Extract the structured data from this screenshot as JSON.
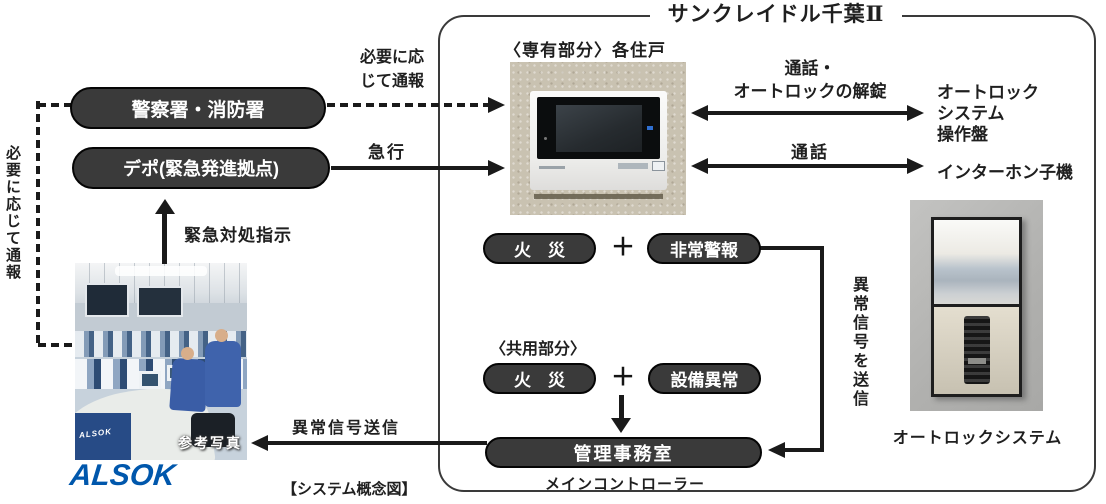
{
  "title": "サンクレイドル千葉Ⅱ",
  "caption": "【システム概念図】",
  "colors": {
    "pill_bg": "#3a3a3a",
    "pill_border": "#050505",
    "arrow": "#1a1a1a",
    "box_border": "#3a3a3a",
    "alsok_blue": "#0057ac"
  },
  "external": {
    "police_fire": "警察署・消防署",
    "depot": "デポ(緊急発進拠点)",
    "alsok_logo": "ALSOK",
    "photo_caption": "参考写真",
    "photo_desk_sign": "ALSOK"
  },
  "labels": {
    "notify_as_needed_wrap": "必要に応\nじて通報",
    "notify_as_needed_vertical": "必要に応じて通報",
    "rush": "急行",
    "emergency_instruction": "緊急対処指示",
    "abnormal_signal_send": "異常信号送信",
    "talk_unlock": "通話・\nオートロックの解錠",
    "talk": "通話",
    "abnormal_signal_send_vertical": "異常信号を送信"
  },
  "interior": {
    "private_section": "〈専有部分〉各住戸",
    "common_section": "〈共用部分〉",
    "fire_private": "火　災",
    "plus_private": "＋",
    "emergency_alarm": "非常警報",
    "fire_common": "火　災",
    "plus_common": "＋",
    "equipment_abnormal": "設備異常",
    "management_office": "管理事務室",
    "main_controller": "メインコントローラー",
    "autolock_panel": "オートロック\nシステム\n操作盤",
    "intercom_slave": "インターホン子機",
    "autolock_system": "オートロックシステム"
  }
}
